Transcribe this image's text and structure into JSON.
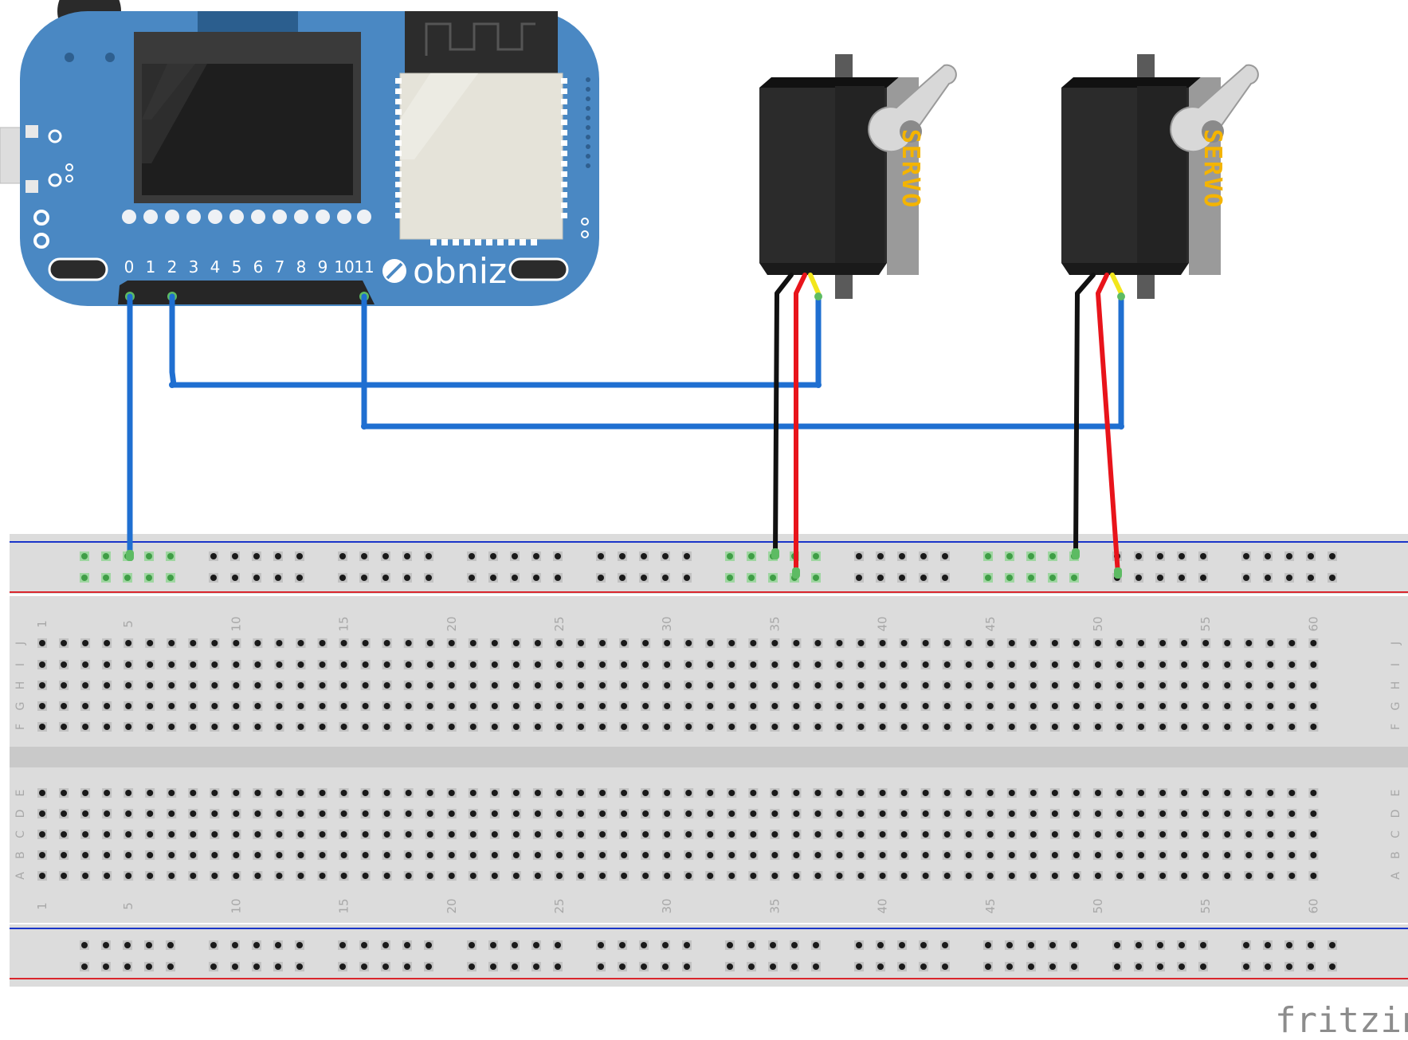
{
  "board": {
    "brand": "obniz",
    "pin_labels": [
      "0",
      "1",
      "2",
      "3",
      "4",
      "5",
      "6",
      "7",
      "8",
      "9",
      "10",
      "11"
    ]
  },
  "servos": [
    {
      "label": "SERVO"
    },
    {
      "label": "SERVO"
    }
  ],
  "breadboard": {
    "column_numbers": [
      "1",
      "5",
      "10",
      "15",
      "20",
      "25",
      "30",
      "35",
      "40",
      "45",
      "50",
      "55",
      "60"
    ],
    "top_row_letters": [
      "J",
      "I",
      "H",
      "G",
      "F"
    ],
    "bottom_row_letters": [
      "E",
      "D",
      "C",
      "B",
      "A"
    ]
  },
  "wires": [
    {
      "from": "obniz pin 0",
      "to": "breadboard power rail",
      "color": "blue"
    },
    {
      "from": "obniz pin 2",
      "to": "servo 1 signal",
      "color": "blue"
    },
    {
      "from": "obniz pin 11",
      "to": "servo 2 signal",
      "color": "blue"
    },
    {
      "from": "servo 1 ground",
      "to": "breadboard power rail",
      "color": "black"
    },
    {
      "from": "servo 1 power",
      "to": "breadboard power rail",
      "color": "red"
    },
    {
      "from": "servo 2 ground",
      "to": "breadboard power rail",
      "color": "black"
    },
    {
      "from": "servo 2 power",
      "to": "breadboard power rail",
      "color": "red"
    }
  ],
  "colors": {
    "board": "#4a88c3",
    "board_dark": "#2f6aa3",
    "wire_blue": "#1f6fd1",
    "wire_red": "#e8141b",
    "wire_black": "#111111",
    "wire_yellow": "#f2e61c",
    "breadboard": "#dcdcdc",
    "rail_blue": "#1a35c9",
    "rail_red": "#d9262c",
    "hole_active": "#5dbb63",
    "servo_body": "#2b2b2b",
    "servo_horn": "#a9a9a9"
  },
  "watermark": "fritzing"
}
